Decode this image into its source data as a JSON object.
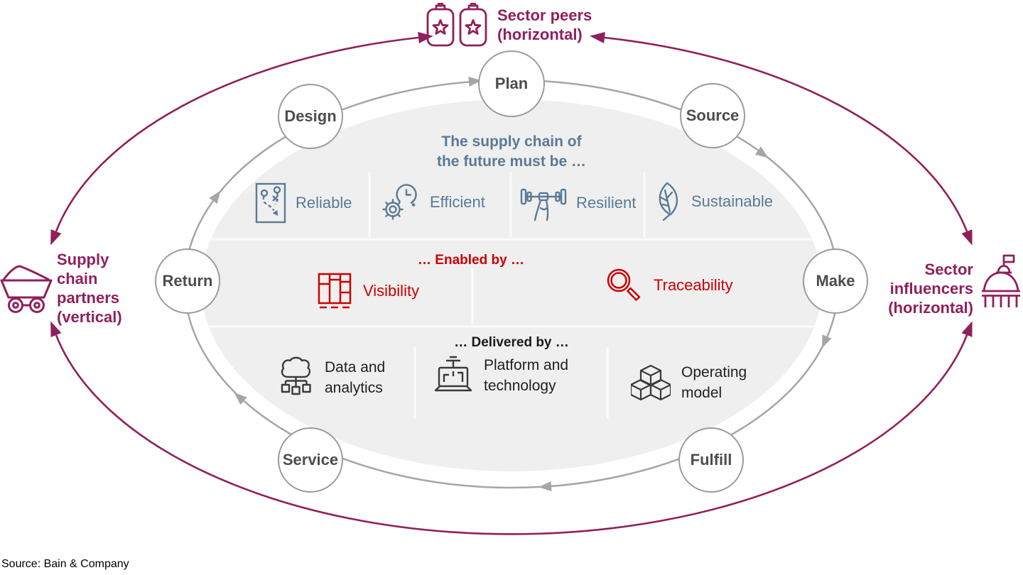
{
  "stakeholders": {
    "top": {
      "line1": "Sector peers",
      "line2": "(horizontal)"
    },
    "left": {
      "line1": "Supply",
      "line2": "chain",
      "line3": "partners",
      "line4": "(vertical)"
    },
    "right": {
      "line1": "Sector",
      "line2": "influencers",
      "line3": "(horizontal)"
    }
  },
  "cycle": {
    "plan": "Plan",
    "source": "Source",
    "make": "Make",
    "fulfill": "Fulfill",
    "service": "Service",
    "return": "Return",
    "design": "Design"
  },
  "center": {
    "title_line1": "The supply chain of",
    "title_line2": "the future must be …",
    "must_be": {
      "reliable": "Reliable",
      "efficient": "Efficient",
      "resilient": "Resilient",
      "sustainable": "Sustainable"
    },
    "enabled_by": {
      "title": "… Enabled by …",
      "visibility": "Visibility",
      "traceability": "Traceability"
    },
    "delivered_by": {
      "title": "… Delivered by …",
      "item1_line1": "Data and",
      "item1_line2": "analytics",
      "item2_line1": "Platform and",
      "item2_line2": "technology",
      "item3_line1": "Operating",
      "item3_line2": "model"
    }
  },
  "footer": {
    "source": "Source: Bain & Company"
  },
  "colors": {
    "magenta": "#90205c",
    "slate": "#5a7a96",
    "red": "#cc0000",
    "arc_gray": "#a6a6a6"
  }
}
